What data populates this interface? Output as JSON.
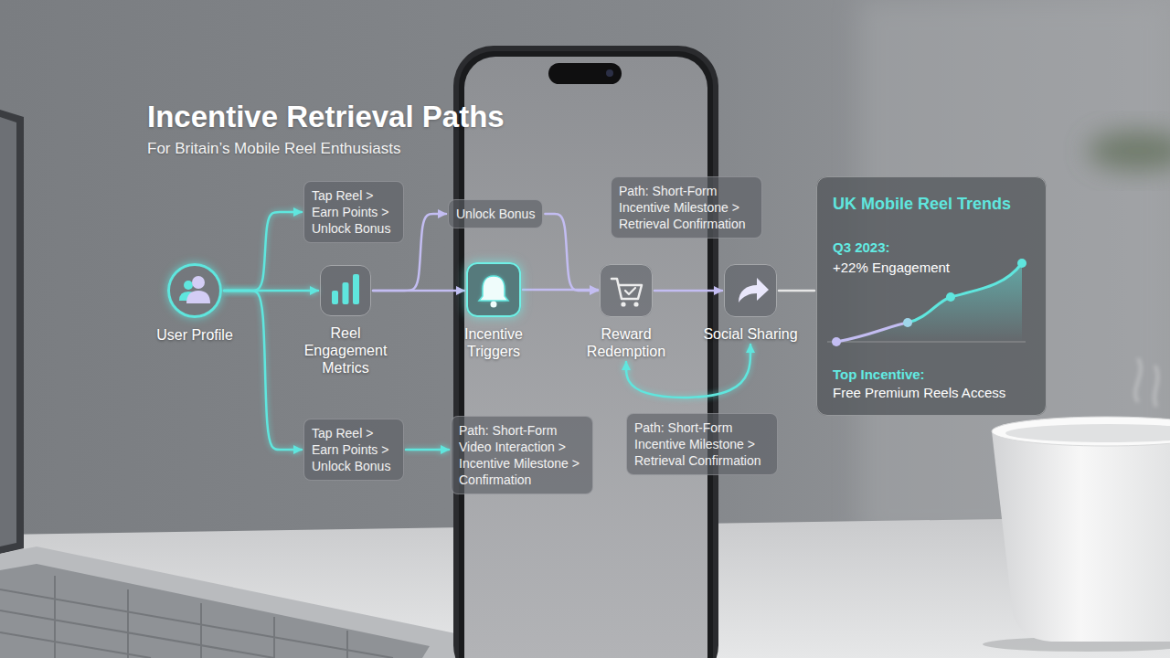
{
  "diagram": {
    "title": "Incentive Retrieval Paths",
    "nodes": [
      {
        "text": [
          "User Profile"
        ]
      },
      {
        "text": [
          "Tap Reel > Earn Points > Unlock Bonus"
        ]
      },
      {
        "text": [
          "Reel Engagement Metrics"
        ]
      },
      {
        "text": [
          "Tap Reel > Earn Points > Unlock Bonus"
        ]
      },
      {
        "text": [
          "Unlock Bonus"
        ]
      },
      {
        "text": [
          "Incentive Triggers"
        ]
      },
      {
        "text": [
          "Path: Short-Form Video Interaction > Incentive Milestone > Confirmation"
        ]
      },
      {
        "text": [
          "Path: Short-Form Incentive Milestone > Retrieval Confirmation"
        ]
      },
      {
        "text": [
          "Reward Redemption"
        ]
      },
      {
        "text": [
          "Path: Short-Form Incentive Milestone > Retrieval Confirmation"
        ]
      },
      {
        "text": [
          "Social Sharing"
        ]
      },
      {
        "text": [
          "UK Mobile Reel Trends",
          "Q3 2023:",
          "+22% Engagement",
          "Top Incentive:",
          "Free Premium Reels Access"
        ]
      }
    ],
    "edges": [
      {
        "from": 0,
        "to": 1,
        "arrow": "to"
      },
      {
        "from": 0,
        "to": 2,
        "arrow": "to"
      },
      {
        "from": 0,
        "to": 3,
        "arrow": "to"
      },
      {
        "from": 2,
        "to": 4,
        "arrow": "to"
      },
      {
        "from": 2,
        "to": 5,
        "arrow": "to"
      },
      {
        "from": 4,
        "to": 8,
        "arrow": "to"
      },
      {
        "from": 5,
        "to": 8,
        "arrow": "to"
      },
      {
        "from": 3,
        "to": 6,
        "arrow": "to"
      },
      {
        "from": 8,
        "to": 10,
        "arrow": "to"
      },
      {
        "from": 8,
        "to": 10,
        "arrow": "both"
      },
      {
        "from": 10,
        "to": 11,
        "arrow": "none"
      }
    ],
    "labels": [
      "For Britain’s Mobile Reel Enthusiasts"
    ]
  }
}
